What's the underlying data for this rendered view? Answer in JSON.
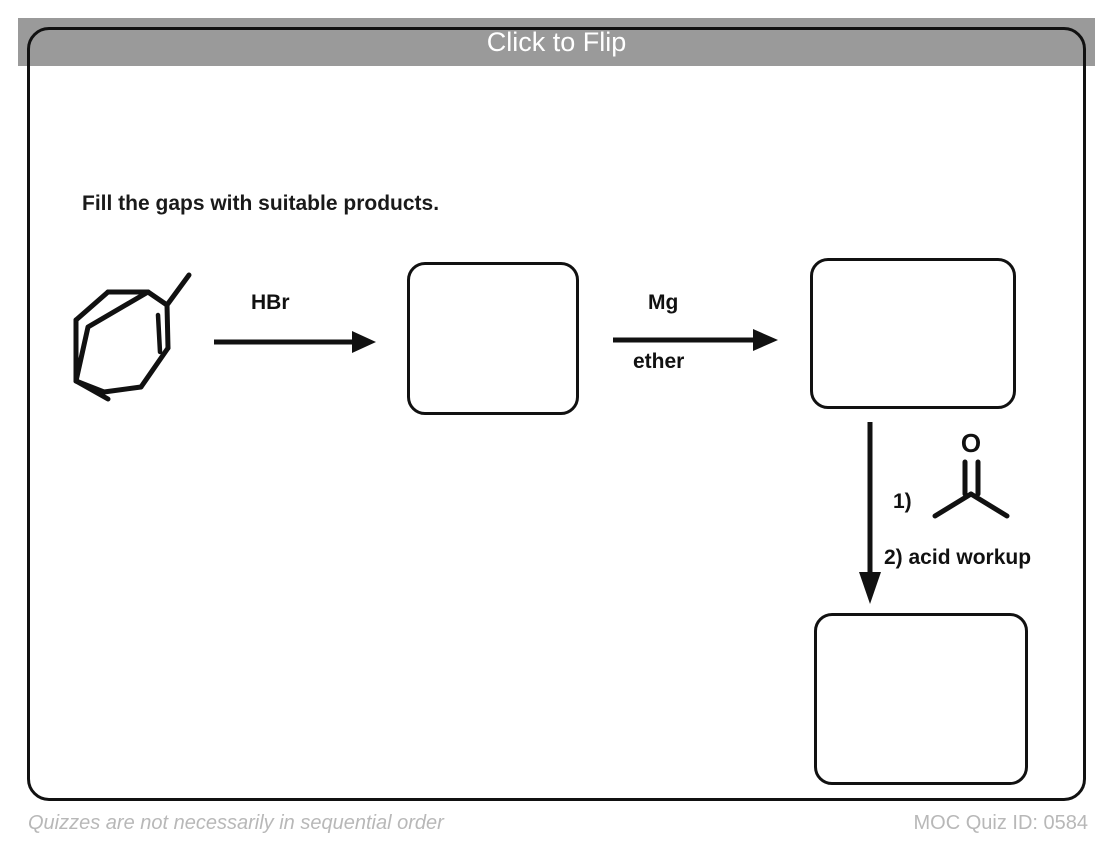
{
  "header": {
    "title": "Click to Flip",
    "background_color": "#9a9a9a",
    "text_color": "#ffffff"
  },
  "card": {
    "border_color": "#111111",
    "background_color": "#ffffff"
  },
  "main": {
    "prompt": "Fill the gaps with suitable products.",
    "reaction": {
      "starting_material": {
        "name": "1-methylcycloheptene",
        "icon": "methylcycloheptene-structure"
      },
      "steps": [
        {
          "arrow": "arrow-right",
          "label_above": "HBr",
          "label_below": ""
        },
        {
          "arrow": "arrow-right",
          "label_above": "Mg",
          "label_below": "ether"
        },
        {
          "arrow": "arrow-down",
          "label_above": "1)",
          "label_below": "2) acid workup",
          "reagent_structure": "acetone-structure"
        }
      ],
      "answer_boxes": [
        {
          "id": "answer-box-1",
          "value": ""
        },
        {
          "id": "answer-box-2",
          "value": ""
        },
        {
          "id": "answer-box-3",
          "value": ""
        }
      ]
    }
  },
  "footer": {
    "note": "Quizzes are not necessarily in sequential order",
    "quiz_id": "MOC Quiz ID: 0584",
    "text_color": "#b8b8b8"
  }
}
